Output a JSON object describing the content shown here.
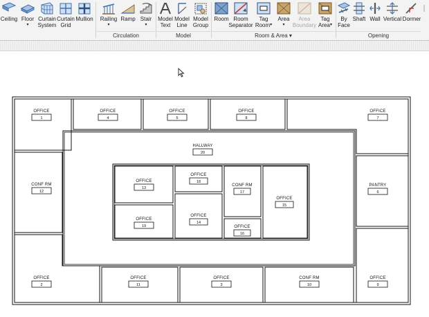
{
  "ribbon": {
    "tools": [
      {
        "id": "ceiling",
        "line1": "Ceiling",
        "line2": "",
        "icon": "ceiling-icon"
      },
      {
        "id": "floor",
        "line1": "Floor",
        "line2": "",
        "icon": "floor-icon",
        "dropdown": true
      },
      {
        "id": "curtain-system",
        "line1": "Curtain",
        "line2": "System",
        "icon": "curtain-system-icon"
      },
      {
        "id": "curtain-grid",
        "line1": "Curtain",
        "line2": "Grid",
        "icon": "curtain-grid-icon"
      },
      {
        "id": "mullion",
        "line1": "Mullion",
        "line2": "",
        "icon": "mullion-icon"
      },
      {
        "id": "railing",
        "line1": "Railing",
        "line2": "",
        "icon": "railing-icon",
        "dropdown": true
      },
      {
        "id": "ramp",
        "line1": "Ramp",
        "line2": "",
        "icon": "ramp-icon"
      },
      {
        "id": "stair",
        "line1": "Stair",
        "line2": "",
        "icon": "stair-icon",
        "dropdown": true
      },
      {
        "id": "model-text",
        "line1": "Model",
        "line2": "Text",
        "icon": "model-text-icon"
      },
      {
        "id": "model-line",
        "line1": "Model",
        "line2": "Line",
        "icon": "model-line-icon"
      },
      {
        "id": "model-group",
        "line1": "Model",
        "line2": "Group",
        "icon": "model-group-icon",
        "dropdown": true
      },
      {
        "id": "room",
        "line1": "Room",
        "line2": "",
        "icon": "room-icon"
      },
      {
        "id": "room-separator",
        "line1": "Room",
        "line2": "Separator",
        "icon": "room-separator-icon"
      },
      {
        "id": "tag-room",
        "line1": "Tag",
        "line2": "Room",
        "icon": "tag-room-icon",
        "dropdown": true
      },
      {
        "id": "area",
        "line1": "Area",
        "line2": "",
        "icon": "area-icon",
        "dropdown": true
      },
      {
        "id": "area-boundary",
        "line1": "Area",
        "line2": "Boundary",
        "icon": "area-boundary-icon",
        "disabled": true
      },
      {
        "id": "tag-area",
        "line1": "Tag",
        "line2": "Area",
        "icon": "tag-area-icon",
        "dropdown": true
      },
      {
        "id": "by-face",
        "line1": "By",
        "line2": "Face",
        "icon": "by-face-icon"
      },
      {
        "id": "shaft",
        "line1": "Shaft",
        "line2": "",
        "icon": "shaft-icon"
      },
      {
        "id": "wall",
        "line1": "Wall",
        "line2": "",
        "icon": "wall-opening-icon"
      },
      {
        "id": "vertical",
        "line1": "Vertical",
        "line2": "",
        "icon": "vertical-opening-icon"
      },
      {
        "id": "dormer",
        "line1": "Dormer",
        "line2": "",
        "icon": "dormer-icon"
      }
    ],
    "groups": {
      "circulation": "Circulation",
      "model": "Model",
      "room_area": "Room & Area",
      "room_area_arrow": "▾",
      "opening": "Opening"
    },
    "dropdown_glyph": "▾"
  },
  "plan": {
    "rooms": [
      {
        "name": "OFFICE",
        "number": "1"
      },
      {
        "name": "OFFICE",
        "number": "4"
      },
      {
        "name": "OFFICE",
        "number": "5"
      },
      {
        "name": "OFFICE",
        "number": "8"
      },
      {
        "name": "OFFICE",
        "number": "7"
      },
      {
        "name": "HALLWAY",
        "number": "20"
      },
      {
        "name": "CONF RM",
        "number": "12"
      },
      {
        "name": "PANTRY",
        "number": "6"
      },
      {
        "name": "OFFICE",
        "number": "13"
      },
      {
        "name": "OFFICE",
        "number": "18"
      },
      {
        "name": "CONF RM",
        "number": "17"
      },
      {
        "name": "OFFICE",
        "number": "15"
      },
      {
        "name": "OFFICE",
        "number": "19"
      },
      {
        "name": "OFFICE",
        "number": "14"
      },
      {
        "name": "OFFICE",
        "number": "16"
      },
      {
        "name": "OFFICE",
        "number": "2"
      },
      {
        "name": "OFFICE",
        "number": "11"
      },
      {
        "name": "OFFICE",
        "number": "3"
      },
      {
        "name": "CONF RM",
        "number": "10"
      },
      {
        "name": "OFFICE",
        "number": "9"
      }
    ]
  },
  "colors": {
    "ribbon_bg": "#f3f3f3",
    "icon_blue": "#3f6fae",
    "icon_tan": "#c8a46a",
    "icon_red": "#c0392b"
  }
}
